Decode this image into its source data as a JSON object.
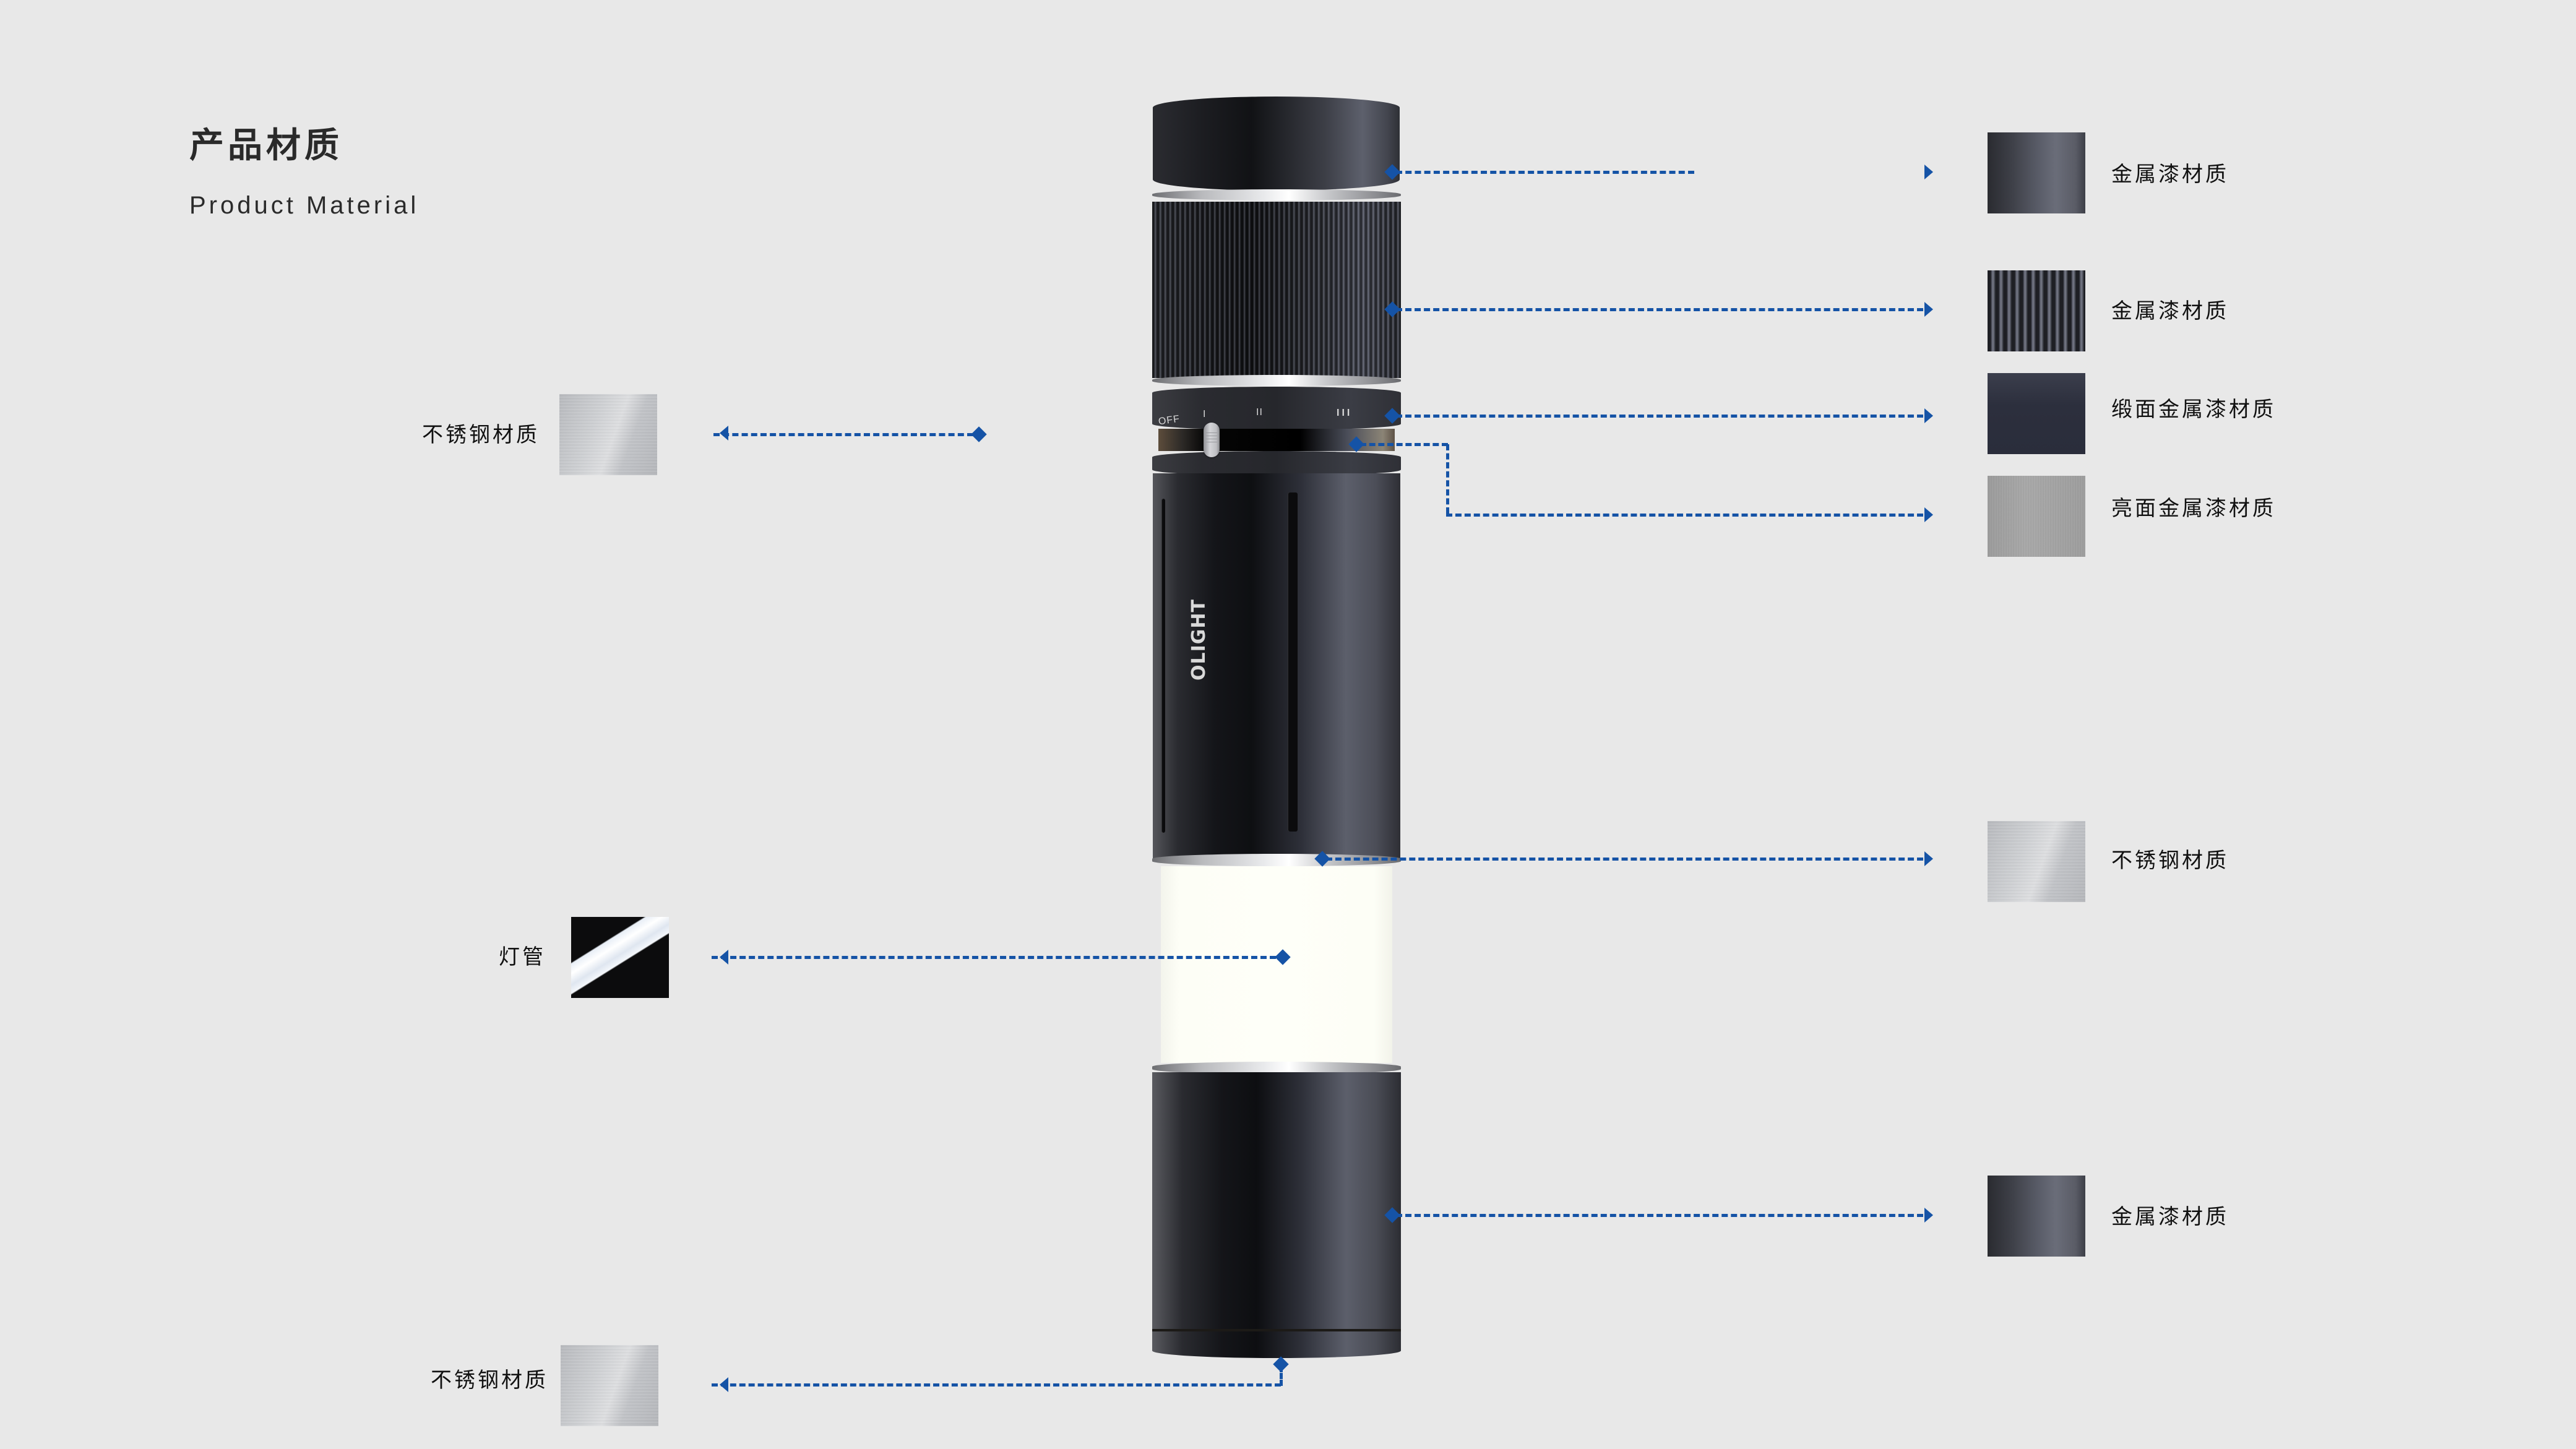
{
  "heading": {
    "title_cn": "产品材质",
    "title_en": "Product Material"
  },
  "product": {
    "brand_logo": "OLIGHT",
    "mode_labels": [
      "OFF",
      "I",
      "II",
      "III"
    ]
  },
  "callouts_right": [
    {
      "part": "head-cap",
      "label": "金属漆材质",
      "swatch": "metal-paint"
    },
    {
      "part": "knurled-ring",
      "label": "金属漆材质",
      "swatch": "knurled-metal-paint"
    },
    {
      "part": "switch-collar",
      "label": "缎面金属漆材质",
      "swatch": "satin-metal-paint"
    },
    {
      "part": "switch-groove",
      "label": "亮面金属漆材质",
      "swatch": "glossy-metal-paint"
    },
    {
      "part": "upper-steel-ring",
      "label": "不锈钢材质",
      "swatch": "stainless-steel"
    },
    {
      "part": "tail-cap",
      "label": "金属漆材质",
      "swatch": "metal-paint"
    }
  ],
  "callouts_left": [
    {
      "part": "switch-slider",
      "label": "不锈钢材质",
      "swatch": "stainless-steel"
    },
    {
      "part": "light-tube",
      "label": "灯管",
      "swatch": "light-tube"
    },
    {
      "part": "tail-bottom",
      "label": "不锈钢材质",
      "swatch": "stainless-steel"
    }
  ],
  "colors": {
    "background": "#e8e8e8",
    "callout_blue": "#1553a6",
    "text": "#111111"
  }
}
